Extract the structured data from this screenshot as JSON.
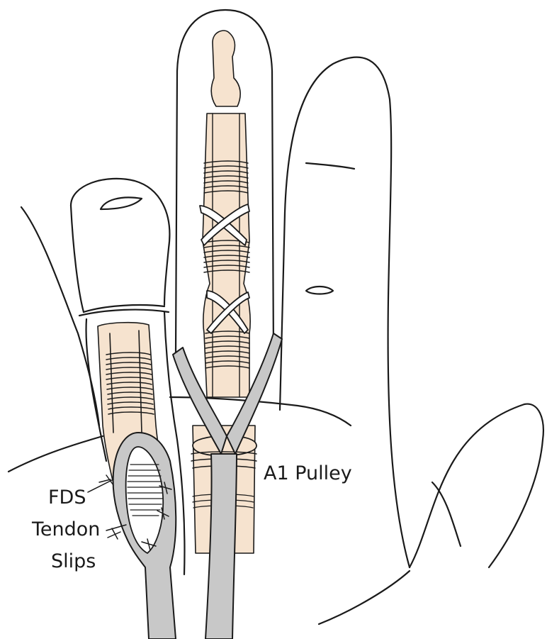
{
  "labels": {
    "fds_line1": "FDS",
    "fds_line2": "Tendon",
    "fds_line3": "Slips",
    "a1_pulley": "A1 Pulley"
  },
  "colors": {
    "outline": "#1a1a1a",
    "bone": "#f6e3cf",
    "tendon": "#c8c8c8",
    "background": "#ffffff"
  }
}
